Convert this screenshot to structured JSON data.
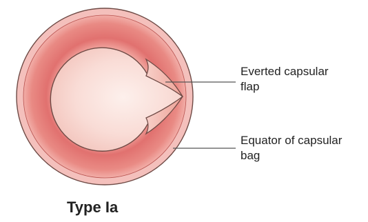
{
  "labels": {
    "everted_flap": [
      "Everted capsular",
      "flap"
    ],
    "equator": [
      "Equator of capsular",
      "bag"
    ]
  },
  "caption": "Type Ia",
  "colors": {
    "outer_rim": "#f4c0bc",
    "ring": "#e1716f",
    "ring_light": "#f6b5ad",
    "inner_disc": "#f9dcd6",
    "flap": "#f1b6ac",
    "outline": "#6e4a45",
    "leader_line": "#555555",
    "text": "#222222"
  }
}
